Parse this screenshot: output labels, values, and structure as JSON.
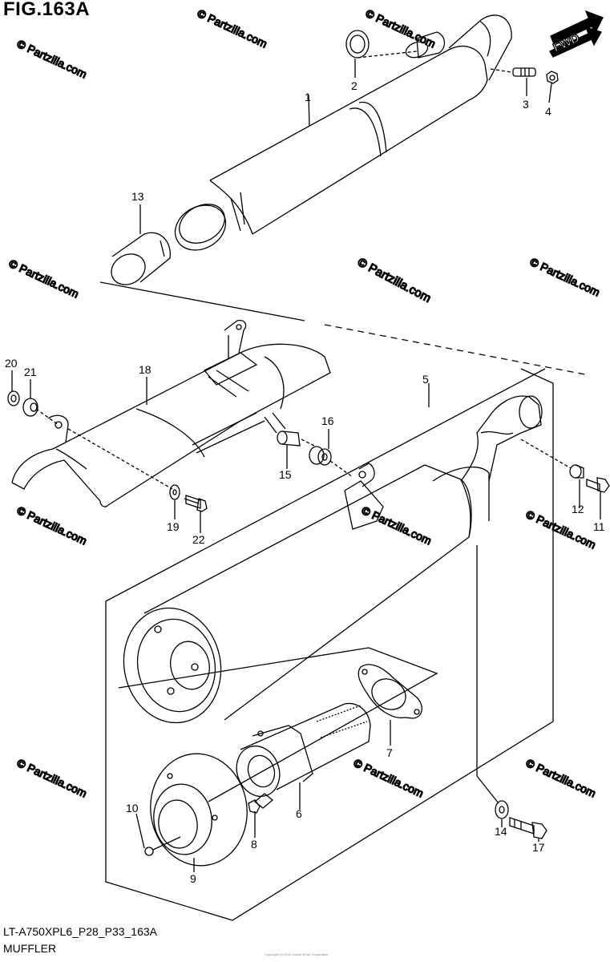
{
  "figure": {
    "title": "FIG.163A",
    "code": "LT-A750XPL6_P28_P33_163A",
    "name": "MUFFLER",
    "copyright": "Copyright (c) 2016 Suzuki Motor Corporation"
  },
  "watermark": {
    "text": "© Partzilla.com"
  },
  "direction": {
    "label": "FWD"
  },
  "parts": [
    {
      "id": "1",
      "label": "1"
    },
    {
      "id": "2",
      "label": "2"
    },
    {
      "id": "3",
      "label": "3"
    },
    {
      "id": "4",
      "label": "4"
    },
    {
      "id": "5",
      "label": "5"
    },
    {
      "id": "6",
      "label": "6"
    },
    {
      "id": "7",
      "label": "7"
    },
    {
      "id": "8",
      "label": "8"
    },
    {
      "id": "9",
      "label": "9"
    },
    {
      "id": "10",
      "label": "10"
    },
    {
      "id": "11",
      "label": "11"
    },
    {
      "id": "12",
      "label": "12"
    },
    {
      "id": "13",
      "label": "13"
    },
    {
      "id": "14",
      "label": "14"
    },
    {
      "id": "15",
      "label": "15"
    },
    {
      "id": "16",
      "label": "16"
    },
    {
      "id": "17",
      "label": "17"
    },
    {
      "id": "18",
      "label": "18"
    },
    {
      "id": "19",
      "label": "19"
    },
    {
      "id": "20",
      "label": "20"
    },
    {
      "id": "21",
      "label": "21"
    },
    {
      "id": "22",
      "label": "22"
    }
  ]
}
